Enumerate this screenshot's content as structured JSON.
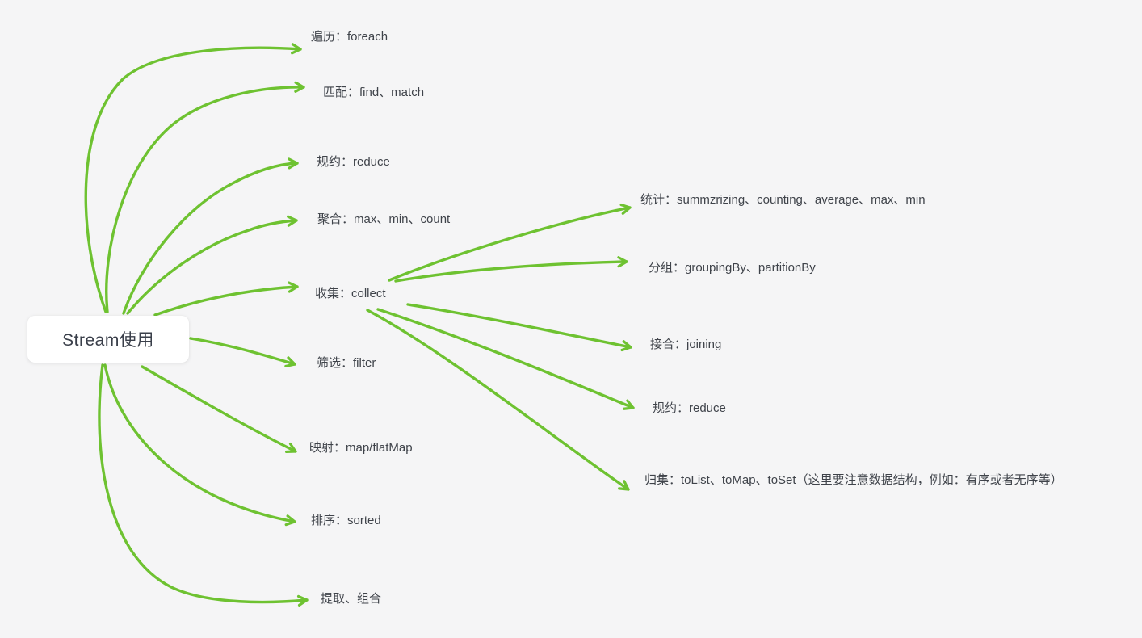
{
  "canvas": {
    "background": "#f5f5f6",
    "accent_green": "#6ec231",
    "text_color": "#3f434a"
  },
  "root": {
    "label": "Stream使用"
  },
  "branches": [
    {
      "label": "遍历：foreach"
    },
    {
      "label": "匹配：find、match"
    },
    {
      "label": "规约：reduce"
    },
    {
      "label": "聚合：max、min、count"
    },
    {
      "label": "收集：collect"
    },
    {
      "label": "筛选：filter"
    },
    {
      "label": "映射：map/flatMap"
    },
    {
      "label": "排序：sorted"
    },
    {
      "label": "提取、组合"
    }
  ],
  "collect_children": [
    {
      "label": "统计：summzrizing、counting、average、max、min"
    },
    {
      "label": "分组：groupingBy、partitionBy"
    },
    {
      "label": "接合：joining"
    },
    {
      "label": "规约：reduce"
    },
    {
      "label": "归集：toList、toMap、toSet（这里要注意数据结构，例如：有序或者无序等）"
    }
  ]
}
